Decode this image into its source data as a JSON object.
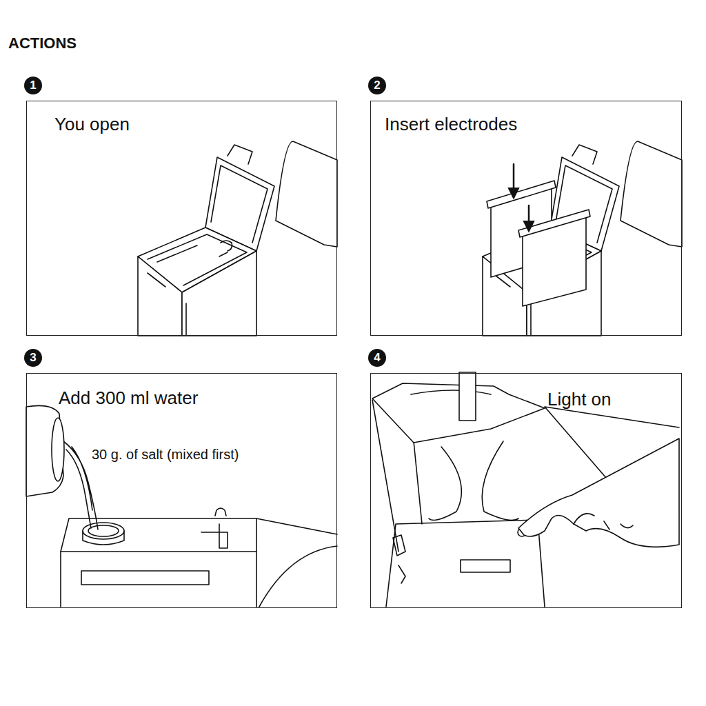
{
  "diagram": {
    "title": "ACTIONS",
    "nodes": [
      {
        "text": [
          "1",
          "You open"
        ]
      },
      {
        "text": [
          "2",
          "Insert electrodes"
        ]
      },
      {
        "text": [
          "3",
          "Add 300 ml water",
          "30 g. of salt (mixed first)"
        ]
      },
      {
        "text": [
          "4",
          "Light on"
        ]
      }
    ]
  }
}
